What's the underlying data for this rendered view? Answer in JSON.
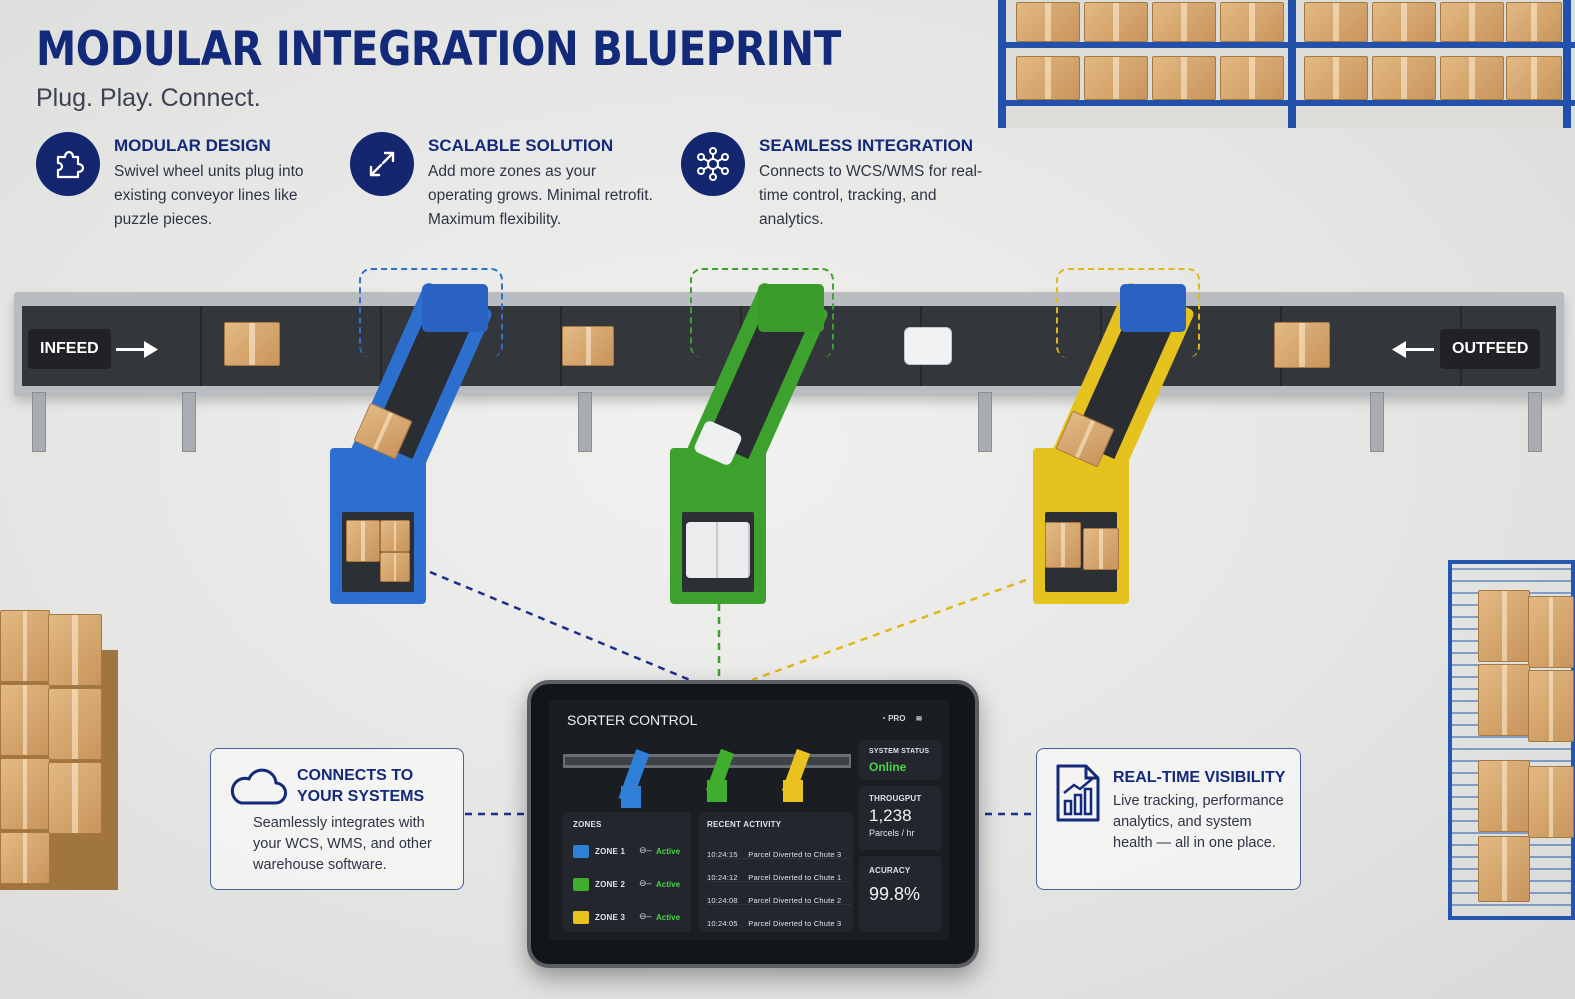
{
  "header": {
    "title": "MODULAR INTEGRATION BLUEPRINT",
    "subtitle": "Plug. Play. Connect."
  },
  "features": [
    {
      "title": "MODULAR DESIGN",
      "description": "Swivel wheel units plug into existing conveyor lines like puzzle pieces.",
      "icon": "puzzle-icon"
    },
    {
      "title": "SCALABLE SOLUTION",
      "description": "Add more zones as your operating grows. Minimal retrofit. Maximum flexibility.",
      "icon": "expand-arrows-icon"
    },
    {
      "title": "SEAMLESS INTEGRATION",
      "description": "Connects to WCS/WMS for real-time control, tracking, and analytics.",
      "icon": "network-icon"
    }
  ],
  "conveyor": {
    "infeed_label": "INFEED",
    "outfeed_label": "OUTFEED"
  },
  "callouts": {
    "left": {
      "title_line1": "CONNECTS TO",
      "title_line2": "YOUR SYSTEMS",
      "description": "Seamlessly integrates with your WCS, WMS, and other warehouse software.",
      "icon": "cloud-icon"
    },
    "right": {
      "title": "REAL-TIME VISIBILITY",
      "description": "Live tracking, performance analytics, and system health — all in one place.",
      "icon": "analytics-report-icon"
    }
  },
  "tablet": {
    "app_title": "SORTER CONTROL",
    "badge": "PRO",
    "system_status_label": "SYSTEM STATUS",
    "system_status_value": "Online",
    "throughput_label": "THROUGPUT",
    "throughput_value": "1,238",
    "throughput_unit": "Parcels / hr",
    "accuracy_label": "ACURACY",
    "accuracy_value": "99.8%",
    "zones_header": "ZONES",
    "zones": [
      {
        "name": "ZONE 1",
        "status": "Active",
        "color": "#2f7fd6"
      },
      {
        "name": "ZONE 2",
        "status": "Active",
        "color": "#3fae2f"
      },
      {
        "name": "ZONE 3",
        "status": "Active",
        "color": "#e8c21e"
      }
    ],
    "activity_header": "RECENT ACTIVITY",
    "activity": [
      {
        "time": "10:24:15",
        "event": "Parcel Diverted to Chute 3"
      },
      {
        "time": "10:24:12",
        "event": "Parcel Diverted to Chute 1"
      },
      {
        "time": "10:24:08",
        "event": "Parcel Diverted to Chute 2"
      },
      {
        "time": "10:24:05",
        "event": "Parcel Diverted to Chute 3"
      }
    ]
  },
  "colors": {
    "navy": "#13297a",
    "zone_blue": "#2f7fd6",
    "zone_green": "#3fae2f",
    "zone_yellow": "#e8c21e"
  }
}
